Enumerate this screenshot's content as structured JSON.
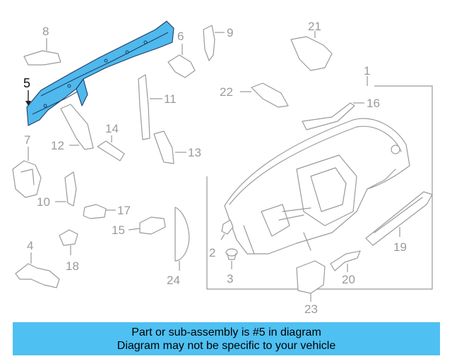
{
  "diagram": {
    "highlighted_part": "5",
    "labels": [
      "1",
      "2",
      "3",
      "4",
      "5",
      "6",
      "7",
      "8",
      "9",
      "10",
      "11",
      "12",
      "13",
      "14",
      "15",
      "16",
      "17",
      "18",
      "19",
      "20",
      "21",
      "22",
      "23",
      "24"
    ]
  },
  "footer": {
    "line1": "Part or sub-assembly is #5 in diagram",
    "line2": "Diagram may not be specific to your vehicle"
  },
  "colors": {
    "highlight_fill": "#4fb8ec",
    "highlight_stroke": "#1f3e66",
    "footer_bg": "#4fc0f2",
    "part_stroke": "#9a9a9a"
  }
}
